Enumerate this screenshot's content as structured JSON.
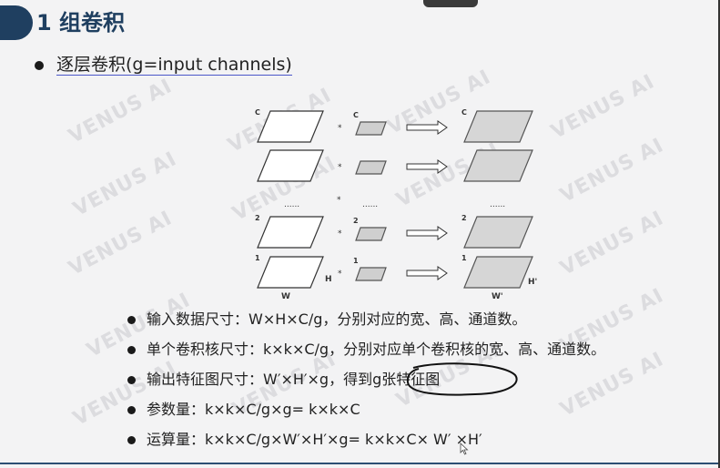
{
  "slide": {
    "section_title": "1 组卷积",
    "subtitle": "逐层卷积(g=input channels)"
  },
  "diagram": {
    "left_labels": [
      "C",
      "",
      "",
      "2",
      "1"
    ],
    "kernel_labels": [
      "C",
      "",
      "",
      "2",
      "1"
    ],
    "right_labels": [
      "C",
      "",
      "",
      "2",
      "1"
    ],
    "dots": "......",
    "op": "*",
    "h_label": "H",
    "w_label": "W",
    "h_out_label": "H'",
    "w_out_label": "W'"
  },
  "bullets": [
    "输入数据尺寸：W×H×C/g，分别对应的宽、高、通道数。",
    "单个卷积核尺寸：k×k×C/g，分别对应单个卷积核的宽、高、通道数。",
    "输出特征图尺寸：W′×H′×g，得到g张特征图",
    "参数量：k×k×C/g×g= k×k×C",
    "运算量：k×k×C/g×W′×H′×g= k×k×C× W′ ×H′"
  ],
  "watermark": "VENUS AI"
}
